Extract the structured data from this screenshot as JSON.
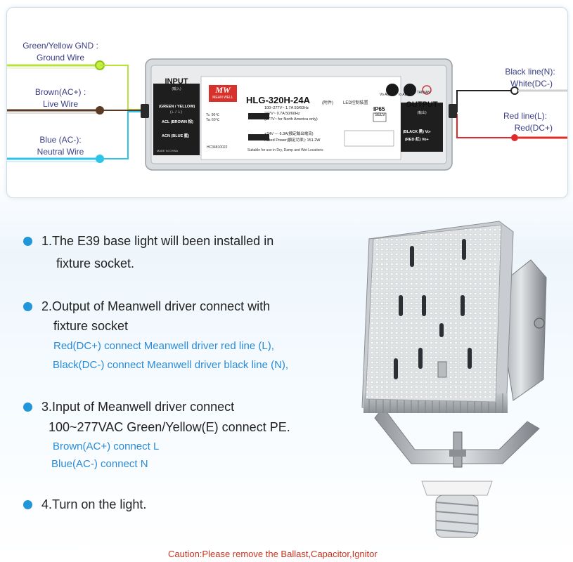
{
  "wiring": {
    "gnd_label_1": "Green/Yellow GND :",
    "gnd_label_2": "Ground Wire",
    "brown_label_1": "Brown(AC+)  :",
    "brown_label_2": "Live Wire",
    "blue_label_1": "Blue (AC-):",
    "blue_label_2": "Neutral Wire",
    "black_label_1": "Black line(N):",
    "black_label_2": "White(DC-)",
    "red_label_1": "Red line(L):",
    "red_label_2": "Red(DC+)",
    "colors": {
      "gnd": "#b7e33a",
      "brown": "#5a3a22",
      "blue": "#2cc4e8",
      "black": "#222222",
      "red": "#e02a2a"
    }
  },
  "driver": {
    "input_title": "INPUT",
    "input_sub": "(輸入)",
    "pin_gnd": "(GREEN / YELLOW)",
    "pin_gnd_sub": "(⊥ / ⏚)",
    "pin_acl": "ACL (BROWN 棕)",
    "pin_acn": "ACN (BLUE 藍)",
    "brand": "MW",
    "brand_sub": "MEAN WELL",
    "model": "HLG-320H-24A",
    "model_sub": "(附件)",
    "led_text": "LED控制裝置",
    "input_tag": "INPUT",
    "input_spec_1": "100~277V~   1.7A   50/60Hz",
    "input_spec_2": "277V~     0.7A   50/60Hz",
    "input_spec_3": "(277V~ for North America only)",
    "output_tag": "OUTPUT",
    "output_spec_1": "+24V ---  6.3A(額定輸出電流)",
    "output_spec_2": "Rated Power(額定功率): 151.2W",
    "suitable": "Suitable for use in Dry, Damp and Wet Locations",
    "ip_rating": "IP65",
    "selv": "SELV",
    "vo_adj": "Vo ADJ.",
    "io_adj": "Io ADJ.",
    "taiwan": "TAIWAN",
    "output_title": "OUTPUT",
    "output_sub": "(輸出)",
    "out_black": "(BLACK 黑) Vo-",
    "out_red": "(RED 紅) Vo+",
    "tc_1": "Tc: 90℃",
    "tc_2": "Ta: 60℃",
    "serial": "HC34810022",
    "made_in": "MADE IN CHINA"
  },
  "steps": [
    {
      "line1": "1.The E39 base light will been installed in",
      "line2": "fixture socket."
    },
    {
      "line1": "2.Output of Meanwell driver connect with",
      "line2": "fixture socket",
      "blue1": "Red(DC+) connect Meanwell driver red line (L),",
      "blue2": "Black(DC-) connect Meanwell driver black line (N),"
    },
    {
      "line1": "3.Input of Meanwell driver connect",
      "line2": "100~277VAC Green/Yellow(E) connect PE.",
      "blue1": "Brown(AC+) connect L",
      "blue2": "Blue(AC-) connect N"
    },
    {
      "line1": "4.Turn on the light."
    }
  ],
  "caution": "Caution:Please remove the Ballast,Capacitor,Ignitor",
  "accent_color": "#2196d8",
  "caution_color": "#c8341f"
}
